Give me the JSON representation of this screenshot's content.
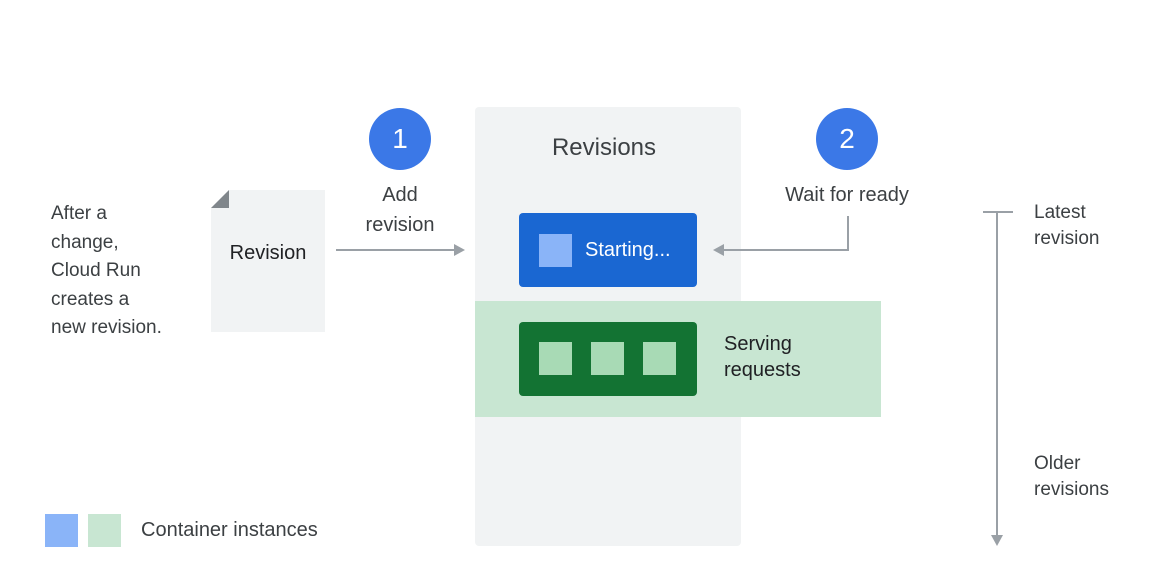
{
  "intro": {
    "text": "After a\nchange,\nCloud Run\ncreates a\nnew revision."
  },
  "revision_doc": {
    "label": "Revision"
  },
  "steps": [
    {
      "number": "1",
      "label": "Add\nrevision"
    },
    {
      "number": "2",
      "label": "Wait for ready"
    }
  ],
  "revisions_panel": {
    "title": "Revisions",
    "starting_label": "Starting...",
    "serving_label": "Serving\nrequests"
  },
  "timeline": {
    "latest": "Latest\nrevision",
    "older": "Older\nrevisions"
  },
  "legend": {
    "label": "Container instances"
  },
  "colors": {
    "step_blue": "#3b78e7",
    "starting_blue": "#1a67d2",
    "light_blue": "#8ab4f8",
    "serving_green": "#137333",
    "light_green": "#c8e6d2",
    "instance_green": "#a8dab5",
    "panel_gray": "#f1f3f4",
    "arrow_gray": "#9aa0a6"
  }
}
